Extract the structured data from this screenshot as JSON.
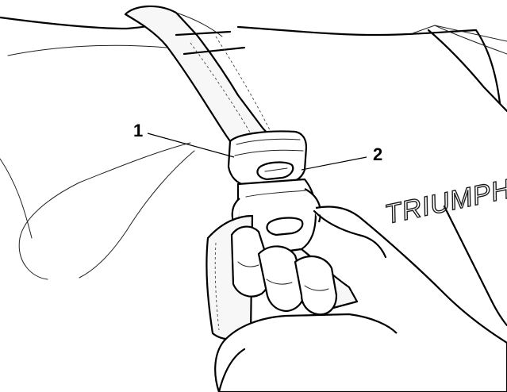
{
  "callouts": [
    {
      "id": "1",
      "label": "1"
    },
    {
      "id": "2",
      "label": "2"
    }
  ],
  "logo": {
    "text": "TRIUMPH"
  },
  "colors": {
    "line": "#000000",
    "background": "#ffffff"
  }
}
